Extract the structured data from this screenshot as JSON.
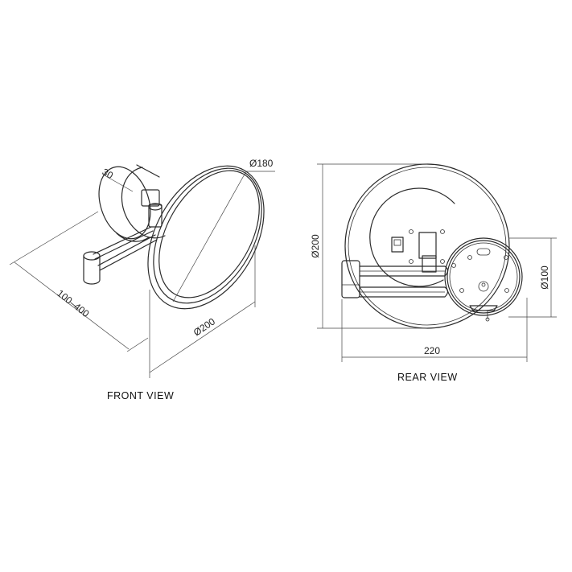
{
  "front": {
    "title": "FRONT VIEW",
    "dims": {
      "depth": "30",
      "inner_diameter": "Ø180",
      "outer_diameter": "Ø200",
      "extension": "100–400"
    }
  },
  "rear": {
    "title": "REAR VIEW",
    "dims": {
      "height": "Ø200",
      "width": "220",
      "small_diameter": "Ø100"
    }
  }
}
